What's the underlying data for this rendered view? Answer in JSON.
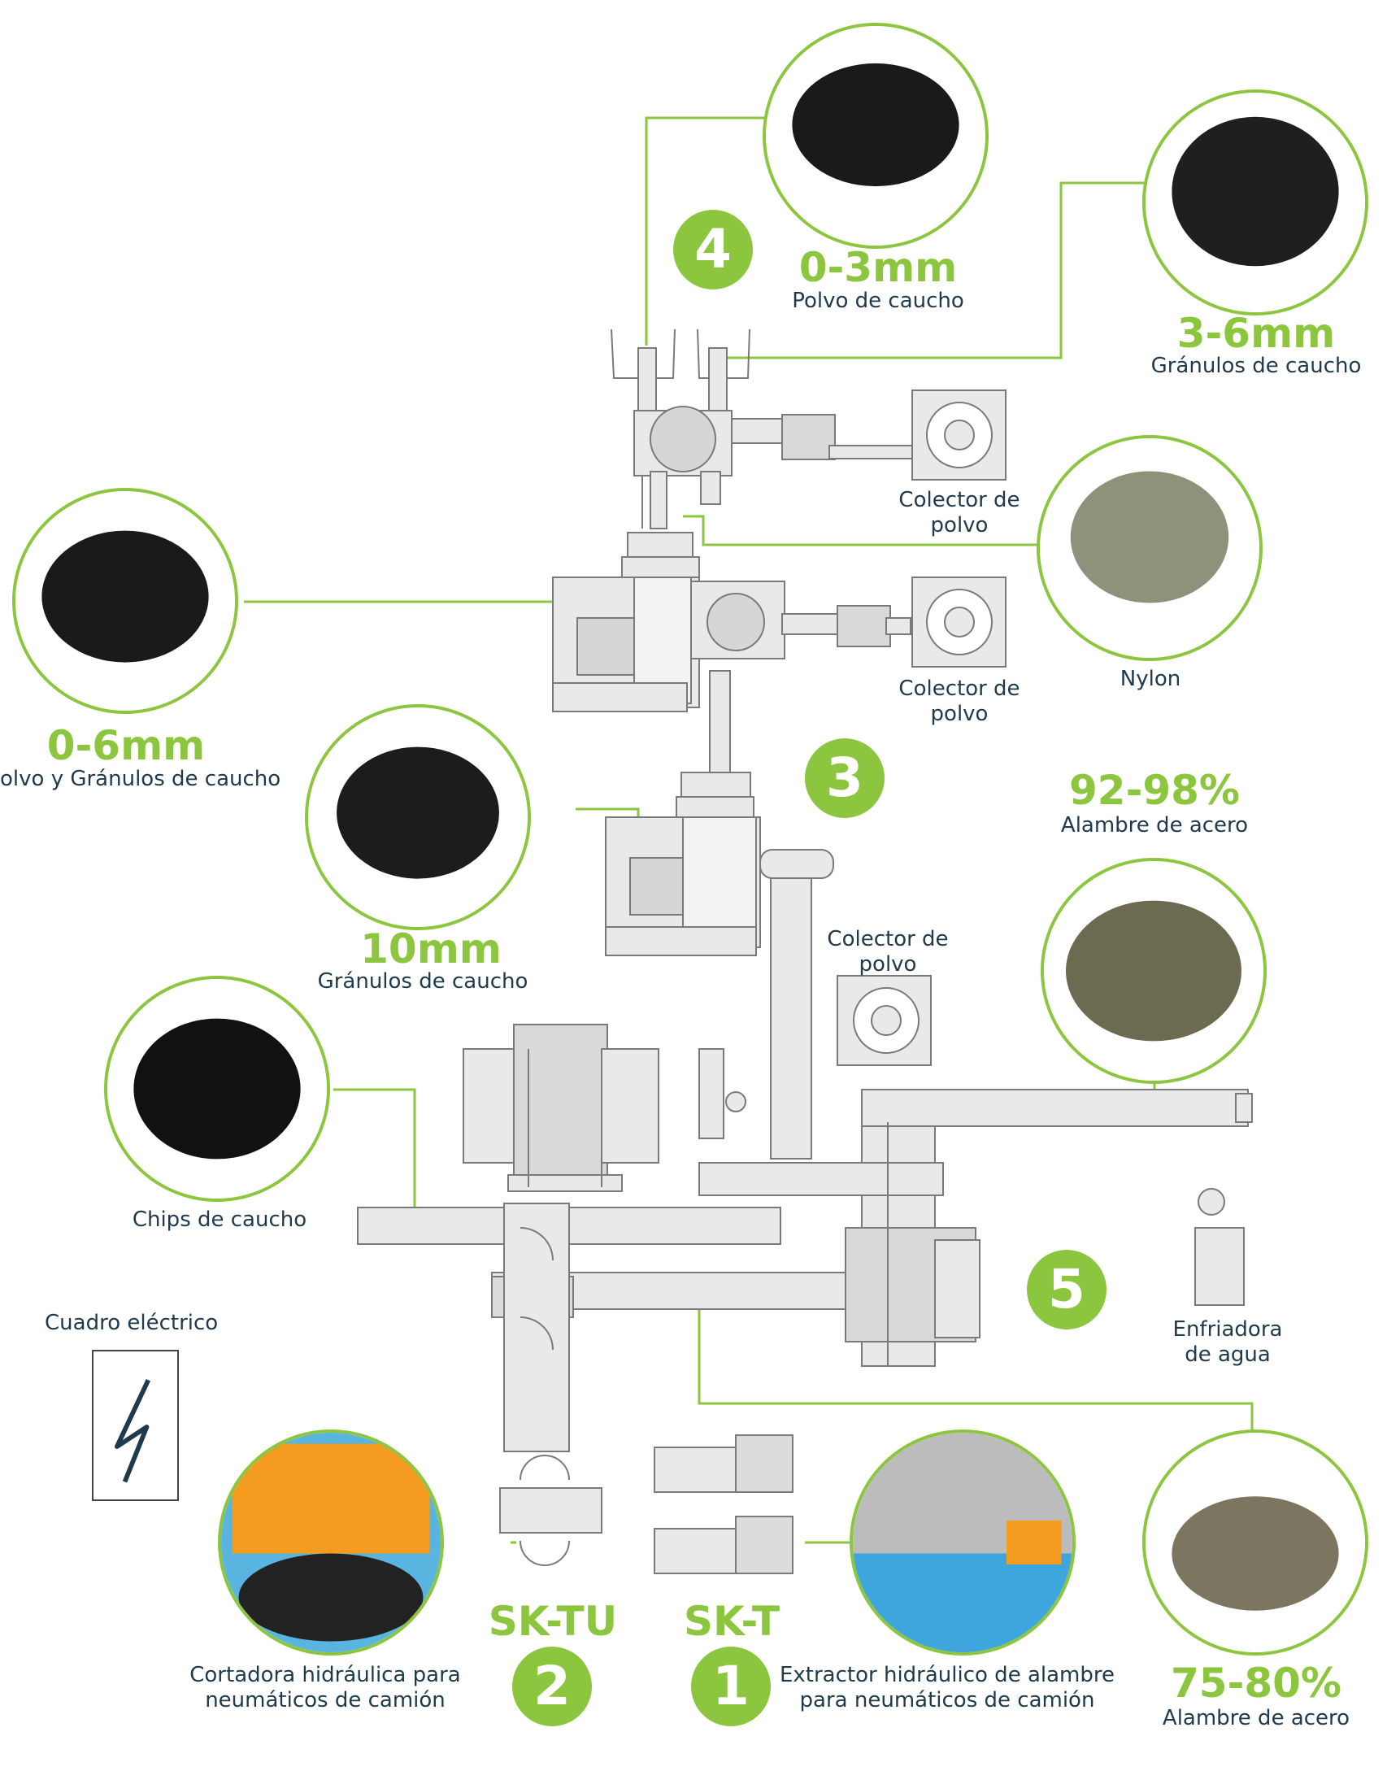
{
  "colors": {
    "accent": "#8cc63f",
    "text": "#1e3a4c",
    "machine_line": "#7a7a7a",
    "machine_fill": "#e9e9e9"
  },
  "products": {
    "p0_3": {
      "size": "0-3mm",
      "name": "Polvo de caucho"
    },
    "p3_6": {
      "size": "3-6mm",
      "name": "Gránulos de caucho"
    },
    "p0_6": {
      "size": "0-6mm",
      "name": "olvo y Gránulos de caucho"
    },
    "p10": {
      "size": "10mm",
      "name": "Gránulos de caucho"
    },
    "steel_92": {
      "size": "92-98%",
      "name": "Alambre de acero"
    },
    "steel_75": {
      "size": "75-80%",
      "name": "Alambre de acero"
    },
    "nylon": {
      "name": "Nylon"
    },
    "chips": {
      "name": "Chips de caucho"
    }
  },
  "labels": {
    "dust1": "Colector de\npolvo",
    "dust2": "Colector de\npolvo",
    "dust3": "Colector de\npolvo",
    "panel": "Cuadro eléctrico",
    "chiller": "Enfriadora\nde agua",
    "cutter": "Cortadora hidráulica para\nneumáticos de camión",
    "extractor": "Extractor hidráulico de alambre\npara neumáticos de camión"
  },
  "models": {
    "sktu": "SK-TU",
    "skt": "SK-T"
  },
  "steps": [
    "1",
    "2",
    "3",
    "4",
    "5"
  ],
  "icons": {
    "panel": "lightning-bolt-icon"
  }
}
